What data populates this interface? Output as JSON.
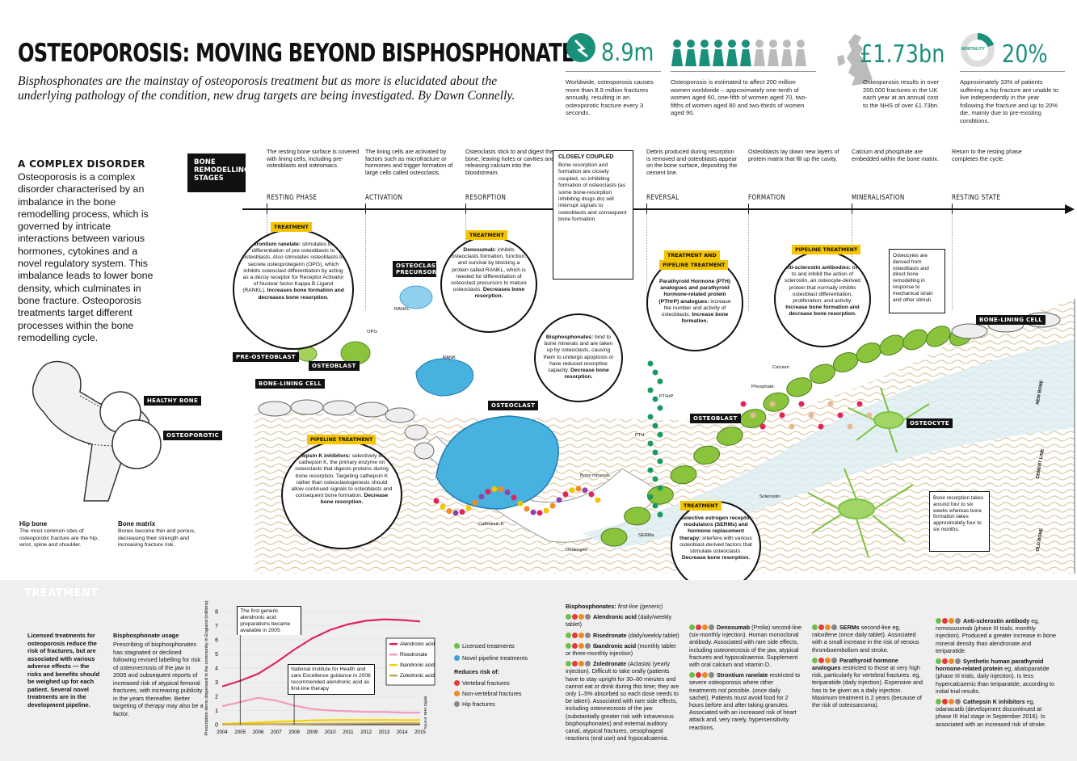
{
  "header": {
    "title": "OSTEOPOROSIS: MOVING BEYOND BISPHOSPHONATES",
    "intro": "Bisphosphonates are the mainstay of osteoporosis treatment but as more is elucidated about the underlying pathology of the condition, new drug targets are being investigated. By Dawn Connelly."
  },
  "stats": [
    {
      "value": "8.9m",
      "text": "Worldwide, osteoporosis causes more than 8.9 million fractures annually, resulting in an osteoporotic fracture every 3 seconds."
    },
    {
      "value": "",
      "text": "Osteoporosis is estimated to affect 200 million women worldwide – approximately one-tenth of women aged 60, one-fifth of women aged 70, two-fifths of women aged 80 and two-thirds of women aged 90."
    },
    {
      "value": "£1.73bn",
      "text": "Osteoporosis results in over 200,000 fractures in the UK each year at an annual cost to the NHS of over £1.73bn."
    },
    {
      "value": "20%",
      "badge": "MORTALITY",
      "text": "Approximately 33% of patients suffering a hip fracture are unable to live independently in the year following the fracture and up to 20% die, mainly due to pre-existing conditions."
    }
  ],
  "sidebar": {
    "heading": "A COMPLEX DISORDER",
    "text": "Osteoporosis is a complex disorder characterised by an imbalance in the bone remodelling process, which is governed by intricate interactions between various hormones, cytokines and a novel regulatory system. This imbalance leads to lower bone density, which culminates in bone fracture. Osteoporosis treatments target different processes within the bone remodelling cycle.",
    "healthy": "HEALTHY BONE",
    "osteoporotic": "OSTEOPOROTIC",
    "hip_title": "Hip bone",
    "hip_text": "The most common sites of osteoporotic fracture are the hip, wrist, spine and shoulder.",
    "matrix_title": "Bone matrix",
    "matrix_text": "Bones become thin and porous, decreasing their strength and increasing fracture risk."
  },
  "timeline": {
    "label": "BONE REMODELLING STAGES",
    "phases": [
      {
        "name": "RESTING PHASE",
        "desc": "The resting bone surface is covered with lining cells, including pre-osteoblasts and osteomacs."
      },
      {
        "name": "ACTIVATION",
        "desc": "The lining cells are activated by factors such as microfracture or hormones and trigger formation of large cells called osteoclasts."
      },
      {
        "name": "RESORPTION",
        "desc": "Osteoclasts stick to and digest the bone, leaving holes or cavities and releasing calcium into the bloodstream."
      },
      {
        "name": "REVERSAL",
        "desc": "Debris produced during resorption is removed and osteoblasts appear on the bone surface, depositing the cement line."
      },
      {
        "name": "FORMATION",
        "desc": "Osteoblasts lay down new layers of protein matrix that fill up the cavity."
      },
      {
        "name": "MINERALISATION",
        "desc": "Calcium and phosphate are embedded within the bone matrix."
      },
      {
        "name": "RESTING STATE",
        "desc": "Return to the resting phase completes the cycle."
      }
    ],
    "coupled_title": "CLOSELY COUPLED",
    "coupled_text": "Bone resorption and formation are closely coupled, so inhibiting formation of osteoclasts (as some bone-resorption inhibiting drugs do) will interrupt signals to osteoblasts and consequent bone formation."
  },
  "callouts": {
    "strontium": {
      "tag": "TREATMENT",
      "title": "Strontium ranelate:",
      "text": "stimulates the differentiation of pre-osteoblasts to osteoblasts. Also stimulates osteoblasts to secrete osteoprotegerin (OPG), which inhibits osteoclast differentiation by acting as a decoy receptor for Receptor Activator of Nuclear factor Kappa B Ligand (RANKL).",
      "bold": "Increases bone formation and decreases bone resorption."
    },
    "denosumab": {
      "tag": "TREATMENT",
      "title": "Denosumab:",
      "text": "inhibits osteoclasts formation, function, and survival by blocking a protein called RANKL, which is needed for differentiation of osteoclast precursors to mature osteoclasts.",
      "bold": "Decreases bone resorption."
    },
    "bisphos": {
      "title": "Bisphosphonates:",
      "text": "bind to bone minerals and are taken up by osteoclasts, causing them to undergo apoptosis or have reduced resorptive capacity.",
      "bold": "Decrease bone resorption."
    },
    "pth": {
      "tag1": "TREATMENT AND",
      "tag2": "PIPELINE TREATMENT",
      "title": "Parathyroid Hormone (PTH) analogues and parathyroid hormone-related protein (PTHrP) analogues:",
      "text": "increase the number and activity of osteoblasts.",
      "bold": "Increase bone formation."
    },
    "sclerostin": {
      "tag": "PIPELINE TREATMENT",
      "title": "Anti-sclerostin antibodies:",
      "text": "bind to and inhibit the action of sclerostin, an osteocyte-derived protein that normally inhibits osteoblast differentiation, proliferation, and activity.",
      "bold": "Increase bone formation and decrease bone resorption."
    },
    "cathepsin": {
      "tag": "PIPELINE TREATMENT",
      "title": "Cathepsin K inhibitors:",
      "text": "selectively inhibit cathepsin K, the primary enzyme on osteoclasts that digests proteins during bone resorption. Targeting cathepsin K rather than osteoclastogenesis should allow continued signals to osteoblasts and consequent bone formation.",
      "bold": "Decrease bone resorption."
    },
    "serm": {
      "tag": "TREATMENT",
      "title": "Selective estrogen receptor modulators (SERMs) and hormone replacement therapy:",
      "text": "interfere with various osteoblast-derived factors that stimulate osteoclasts.",
      "bold": "Decrease bone resorption."
    },
    "osteocyte_box": "Osteocytes are derived from osteoblasts and direct bone remodelling in response to mechanical strain and other stimuli.",
    "timing_box": "Bone resorption takes around four to six weeks whereas bone formation takes approximately four to six months."
  },
  "labels": {
    "pre_osteoblast": "PRE-OSTEOBLAST",
    "osteoblast": "OSTEOBLAST",
    "bone_lining": "BONE-LINING CELL",
    "bone_lining2": "BONE-LINING CELL",
    "osteoclast_precursor": "OSTEOCLAST PRECURSOR",
    "osteoclast": "OSTEOCLAST",
    "osteoblast2": "OSTEOBLAST",
    "osteocyte": "OSTEOCYTE",
    "opg": "OPG",
    "rankl": "RANKL",
    "rank": "RANK",
    "bone_minerals": "Bone minerals",
    "cathepsin_k": "Cathepsin K",
    "oestrogen": "Oestrogen",
    "serms": "SERMs",
    "pth": "PTH",
    "pthrp": "PTHrP",
    "phosphate": "Phosphate",
    "calcium": "Calcium",
    "sclerostin": "Sclerostin",
    "new_bone": "NEW BONE",
    "cement_line": "CEMENT LINE",
    "old_bone": "OLD BONE"
  },
  "treatment": {
    "title": "TREATMENT",
    "licensed_text": "Licensed treatments for osteoporosis reduce the risk of fractures, but are associated with various adverse effects — the risks and benefits should be weighed up for each patient. Several novel treatments are in the development pipeline.",
    "usage_title": "Bisphosphonate usage",
    "usage_text": "Prescribing of bisphosphonates has stagnated or declined following revised labelling for risk of osteonecrosis of the jaw in 2005 and subsequent reports of increased risk of atypical femoral fractures, with increasing publicity in the years thereafter. Better targeting of therapy may also be a factor.",
    "key_licensed": "Licensed treatments",
    "key_pipeline": "Novel pipeline treatments",
    "key_reduces": "Reduces risk of:",
    "key_vertebral": "Vertebral fractures",
    "key_nonvertebral": "Non-vertebral fractures",
    "key_hip": "Hip fractures",
    "bis_head": "Bisphosphonates:",
    "bis_sub": "first-line (generic)",
    "drugs_col1": [
      {
        "name": "Alendronic acid",
        "text": "(daily/weekly tablet)"
      },
      {
        "name": "Risedronate",
        "text": "(daily/weekly tablet)"
      },
      {
        "name": "Ibandronic acid",
        "text": "(monthly tablet or three-monthly injection)"
      },
      {
        "name": "Zoledronate",
        "text": "(Aclasta) (yearly injection). Difficult to take orally (patients have to stay upright for 30–60 minutes and cannot eat or drink during this time; they are only 1–5% absorbed so each dose needs to be taken). Associated with rare side effects, including osteonecrosis of the jaw (substantially greater risk with intravenous bisphosphonates) and external auditory canal, atypical fractures, oesophageal reactions (oral use) and hypocalcaemia."
      }
    ],
    "drugs_col2": [
      {
        "name": "Denosumab",
        "text": "(Prolia) second-line (six-monthly injection). Human monoclonal antibody. Associated with rare side effects, including osteonecrosis of the jaw, atypical fractures and hypocalcaemia. Supplement with oral calcium and vitamin D."
      },
      {
        "name": "Strontium ranelate",
        "text": "restricted to severe osteoporosis where other treatments not possible. (once daily sachet). Patients must avoid food for 2 hours before and after taking granules. Associated with an increased risk of heart attack and, very rarely, hypersensitivity reactions."
      }
    ],
    "drugs_col3": [
      {
        "name": "SERMs",
        "text": "second-line eg, raloxifene (once daily tablet). Associated with a small increase in the risk of venous thromboembolism and stroke."
      },
      {
        "name": "Parathyroid hormone analogues",
        "text": "restricted to those at very high risk, particularly for vertebral fractures. eg, teriparatide (daily injection). Expensive and has to be given as a daily injection. Maximum treatment is 2 years (because of the risk of osteosarcoma)."
      }
    ],
    "drugs_col4": [
      {
        "name": "Anti-sclerostin antibody",
        "text": "eg, romosozumab (phase III trials, monthly injection). Produced a greater increase in bone mineral density than alendronate and teriparatide."
      },
      {
        "name": "Synthetic human parathyroid hormone-related protein",
        "text": "eg, abaloparatide (phase III trials, daily injection). Is less hypercalcaemic than teriparatide, according to initial trial results."
      },
      {
        "name": "Cathepsin K inhibitors",
        "text": "eg, odanacatib (development discontinued at phase III trial stage in September 2016). Is associated with an increased risk of stroke."
      }
    ]
  },
  "chart_data": {
    "type": "line",
    "ylabel": "Prescription items dispensed in the community in England (millions)",
    "source": "Source: NHS Digital",
    "x": [
      2004,
      2005,
      2006,
      2007,
      2008,
      2009,
      2010,
      2011,
      2012,
      2013,
      2014,
      2015
    ],
    "ylim": [
      0,
      8
    ],
    "yticks": [
      0,
      1,
      2,
      3,
      4,
      5,
      6,
      7,
      8
    ],
    "series": [
      {
        "name": "Alendronic acid",
        "color": "#e0245e",
        "values": [
          2.7,
          3.1,
          3.6,
          4.4,
          5.3,
          6.1,
          6.7,
          7.1,
          7.35,
          7.45,
          7.4,
          7.3
        ]
      },
      {
        "name": "Risedronate",
        "color": "#f59ac0",
        "values": [
          1.3,
          1.6,
          1.9,
          1.7,
          1.35,
          1.1,
          1.0,
          0.95,
          0.9,
          0.9,
          0.85,
          0.85
        ]
      },
      {
        "name": "Ibandronic acid",
        "color": "#f5d400",
        "values": [
          0.05,
          0.1,
          0.15,
          0.2,
          0.25,
          0.3,
          0.32,
          0.33,
          0.33,
          0.33,
          0.32,
          0.32
        ]
      },
      {
        "name": "Zoledronic acid",
        "color": "#c9a85b",
        "values": [
          0.01,
          0.02,
          0.03,
          0.04,
          0.05,
          0.06,
          0.07,
          0.08,
          0.09,
          0.1,
          0.1,
          0.1
        ]
      }
    ],
    "annotation1": "The first generic alendronic acid preparations became available in 2005",
    "annotation2": "National Institute for Health and care Excellence guidance in 2008 recommended alendronic acid as first-line therapy"
  }
}
